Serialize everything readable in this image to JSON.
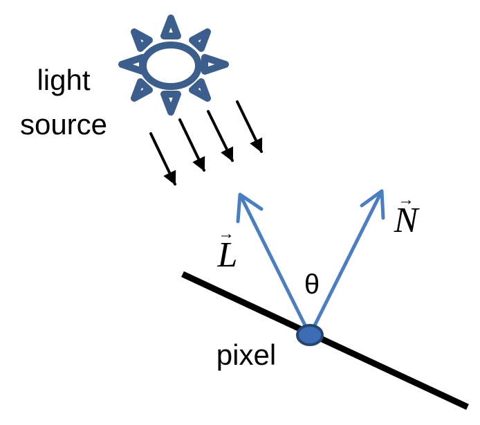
{
  "labels": {
    "light_source_line1": "light",
    "light_source_line2": "source",
    "vector_l": "L",
    "vector_n": "N",
    "angle": "θ",
    "pixel": "pixel",
    "vector_arrow": "→"
  },
  "colors": {
    "sun": "#3B5E8C",
    "vectors": "#4A7EC1",
    "surface": "#000000",
    "rays": "#000000",
    "pixel_fill": "#3B6CB4",
    "pixel_stroke": "#24466F"
  },
  "icons": {
    "light_source": "sun-icon",
    "incoming_rays": "arrow-icon",
    "pixel_point": "pixel-dot"
  }
}
